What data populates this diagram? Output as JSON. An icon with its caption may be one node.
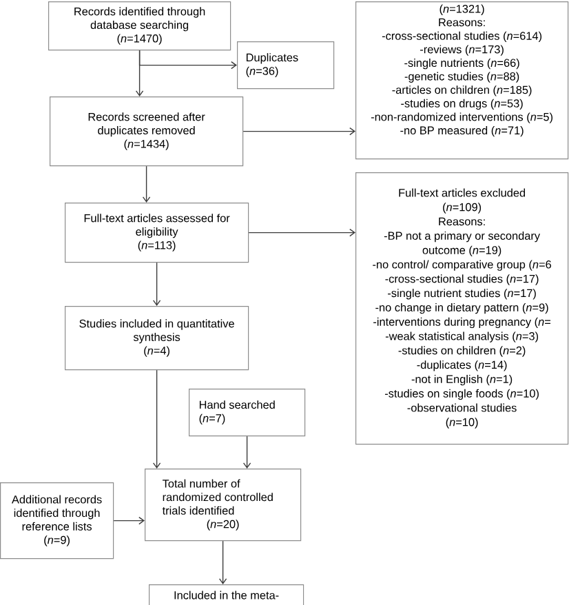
{
  "diagram": {
    "nodes": [
      {
        "text": [
          "Records identified through database searching",
          "(*n*=1470)"
        ]
      },
      {
        "text": [
          "Duplicates",
          "(*n*=36)"
        ]
      },
      {
        "text": [
          "Records screened after duplicates removed",
          "(*n*=1434)"
        ]
      },
      {
        "text": [
          "(*n*=1321)",
          "Reasons:",
          "-cross-sectional studies (*n*=614)",
          "-reviews (*n*=173)",
          "-single nutrients (*n*=66)",
          "-genetic studies (*n*=88)",
          "-articles on children (*n*=185)",
          "-studies on drugs (*n*=53)",
          "-non-randomized interventions (*n*=5)",
          "-no BP measured (*n*=71)"
        ]
      },
      {
        "text": [
          "Full-text articles assessed for eligibility",
          "(*n*=113)"
        ]
      },
      {
        "text": [
          "Full-text articles excluded",
          "(*n*=109)",
          "Reasons:",
          "-BP not a primary or secondary outcome (*n*=19)",
          "-no control/ comparative group (*n*=6",
          "-cross-sectional studies (*n*=17)",
          "-single nutrient studies (*n*=17)",
          "-no change in dietary pattern (*n*=9)",
          "-interventions during pregnancy (*n*=",
          "-weak statistical analysis (*n*=3)",
          "-studies on children (*n*=2)",
          "-duplicates (*n*=14)",
          "-not in English (*n*=1)",
          "-studies on single foods (*n*=10)",
          "-observational studies (*n*=10)"
        ]
      },
      {
        "text": [
          "Studies included in quantitative synthesis",
          "(*n*=4)"
        ]
      },
      {
        "text": [
          "Hand searched",
          "(*n*=7)"
        ]
      },
      {
        "text": [
          "Additional records identified through reference lists",
          "(*n*=9)"
        ]
      },
      {
        "text": [
          "Total number of randomized controlled trials identified",
          "(*n*=20)"
        ]
      },
      {
        "text": [
          "Included in the meta-"
        ]
      }
    ],
    "edges": [
      {
        "from": 0,
        "to": 2,
        "arrow": "to"
      },
      {
        "from": 0,
        "to": 1,
        "arrow": "to"
      },
      {
        "from": 2,
        "to": 3,
        "arrow": "to"
      },
      {
        "from": 2,
        "to": 4,
        "arrow": "to"
      },
      {
        "from": 4,
        "to": 5,
        "arrow": "to"
      },
      {
        "from": 4,
        "to": 6,
        "arrow": "to"
      },
      {
        "from": 6,
        "to": 9,
        "arrow": "to"
      },
      {
        "from": 7,
        "to": 9,
        "arrow": "to"
      },
      {
        "from": 8,
        "to": 9,
        "arrow": "to"
      },
      {
        "from": 9,
        "to": 10,
        "arrow": "to"
      }
    ]
  }
}
